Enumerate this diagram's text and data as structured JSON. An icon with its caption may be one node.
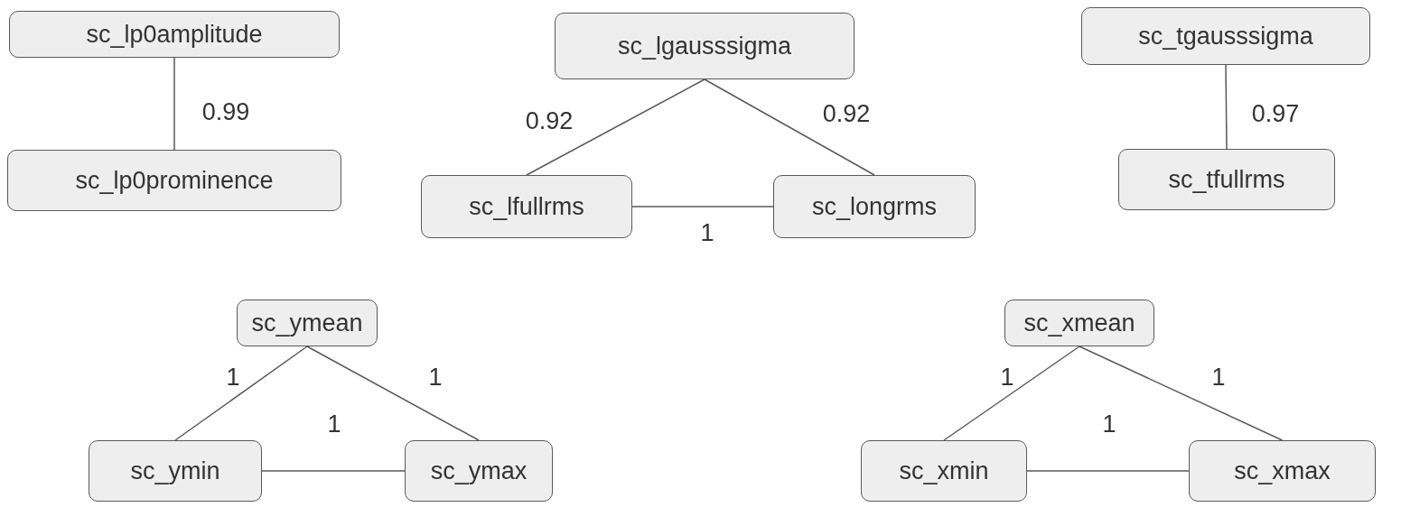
{
  "diagram": {
    "nodes": [
      {
        "text": [
          "sc_lp0amplitude"
        ]
      },
      {
        "text": [
          "sc_lp0prominence"
        ]
      },
      {
        "text": [
          "sc_lgausssigma"
        ]
      },
      {
        "text": [
          "sc_lfullrms"
        ]
      },
      {
        "text": [
          "sc_longrms"
        ]
      },
      {
        "text": [
          "sc_tgausssigma"
        ]
      },
      {
        "text": [
          "sc_tfullrms"
        ]
      },
      {
        "text": [
          "sc_ymean"
        ]
      },
      {
        "text": [
          "sc_ymin"
        ]
      },
      {
        "text": [
          "sc_ymax"
        ]
      },
      {
        "text": [
          "sc_xmean"
        ]
      },
      {
        "text": [
          "sc_xmin"
        ]
      },
      {
        "text": [
          "sc_xmax"
        ]
      }
    ],
    "edges": [
      {
        "from": 0,
        "to": 1,
        "arrow": "none",
        "label": "0.99"
      },
      {
        "from": 2,
        "to": 3,
        "arrow": "none",
        "label": "0.92"
      },
      {
        "from": 2,
        "to": 4,
        "arrow": "none",
        "label": "0.92"
      },
      {
        "from": 3,
        "to": 4,
        "arrow": "none",
        "label": "1"
      },
      {
        "from": 5,
        "to": 6,
        "arrow": "none",
        "label": "0.97"
      },
      {
        "from": 7,
        "to": 8,
        "arrow": "none",
        "label": "1"
      },
      {
        "from": 7,
        "to": 9,
        "arrow": "none",
        "label": "1"
      },
      {
        "from": 8,
        "to": 9,
        "arrow": "none",
        "label": "1"
      },
      {
        "from": 10,
        "to": 11,
        "arrow": "none",
        "label": "1"
      },
      {
        "from": 10,
        "to": 12,
        "arrow": "none",
        "label": "1"
      },
      {
        "from": 11,
        "to": 12,
        "arrow": "none",
        "label": "1"
      }
    ]
  }
}
